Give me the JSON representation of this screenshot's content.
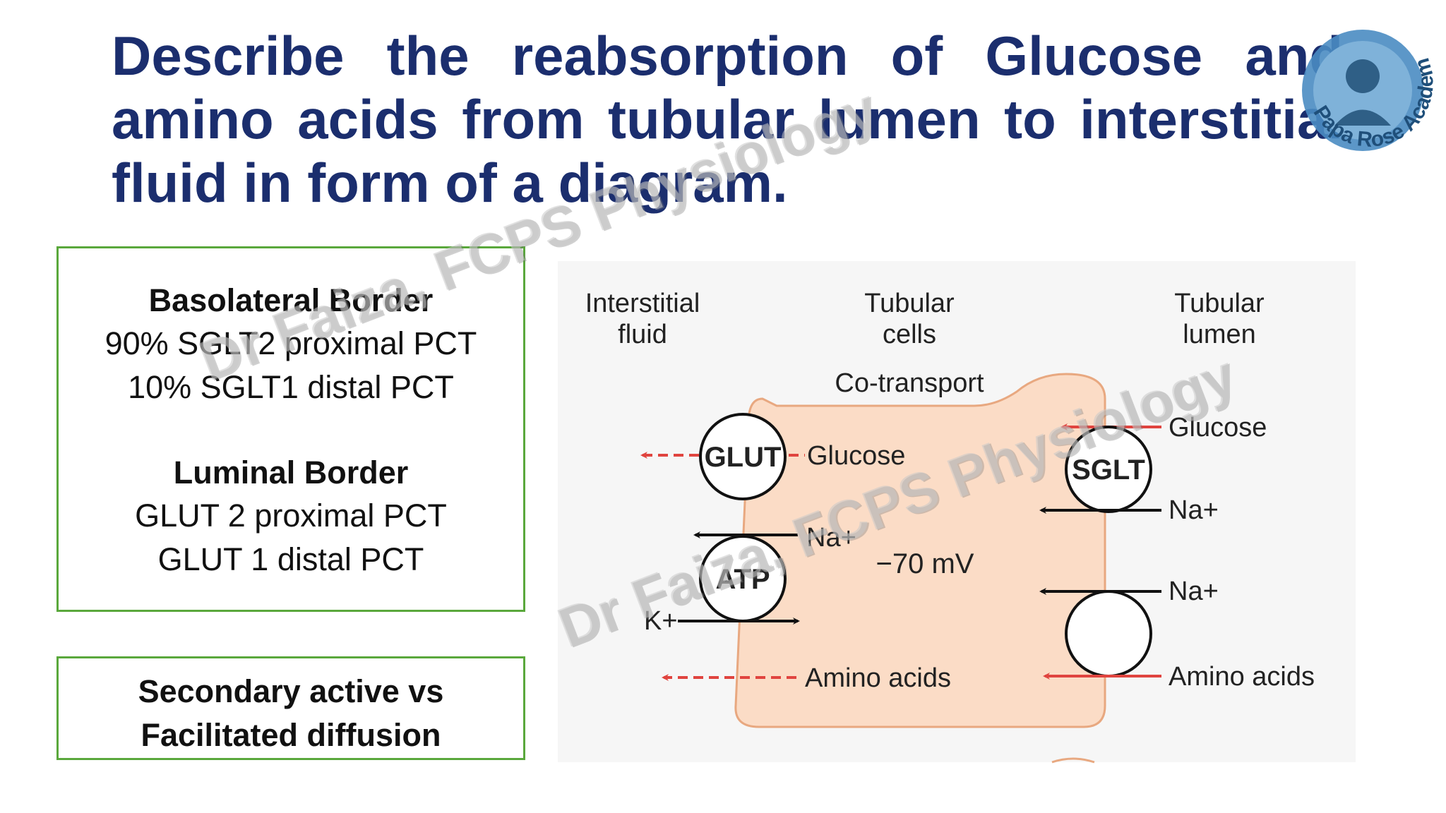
{
  "title": "Describe the reabsorption of Glucose and amino acids from tubular lumen to interstitial fluid in form of a diagram.",
  "basolateral": {
    "heading": "Basolateral Border",
    "lines": [
      "90% SGLT2 proximal PCT",
      "10% SGLT1 distal PCT"
    ]
  },
  "luminal": {
    "heading": "Luminal Border",
    "lines": [
      "GLUT 2 proximal PCT",
      "GLUT 1 distal PCT"
    ]
  },
  "note": {
    "line1": "Secondary active vs",
    "line2": "Facilitated diffusion"
  },
  "diagram": {
    "col_interstitial": [
      "Interstitial",
      "fluid"
    ],
    "col_cells": [
      "Tubular",
      "cells"
    ],
    "col_lumen": [
      "Tubular",
      "lumen"
    ],
    "cotransport": "Co-transport",
    "glucose_left": "Glucose",
    "glucose_right": "Glucose",
    "glut": "GLUT",
    "sglt": "SGLT",
    "atp": "ATP",
    "na_left": "Na+",
    "na_right1": "Na+",
    "na_right2": "Na+",
    "k": "K+",
    "voltage": "−70 mV",
    "amino_left": "Amino acids",
    "amino_right": "Amino acids",
    "cell_color": "#fbdcc6",
    "arrow_red": "#e0443f"
  },
  "watermark": {
    "text1": "Dr Faiza, FCPS Physiology",
    "text2": "Dr Faiza, FCPS Physiology"
  },
  "logo": {
    "text": "Papa Rose Academics",
    "icon": "academy-logo-icon",
    "color": "#4a8cc2"
  }
}
